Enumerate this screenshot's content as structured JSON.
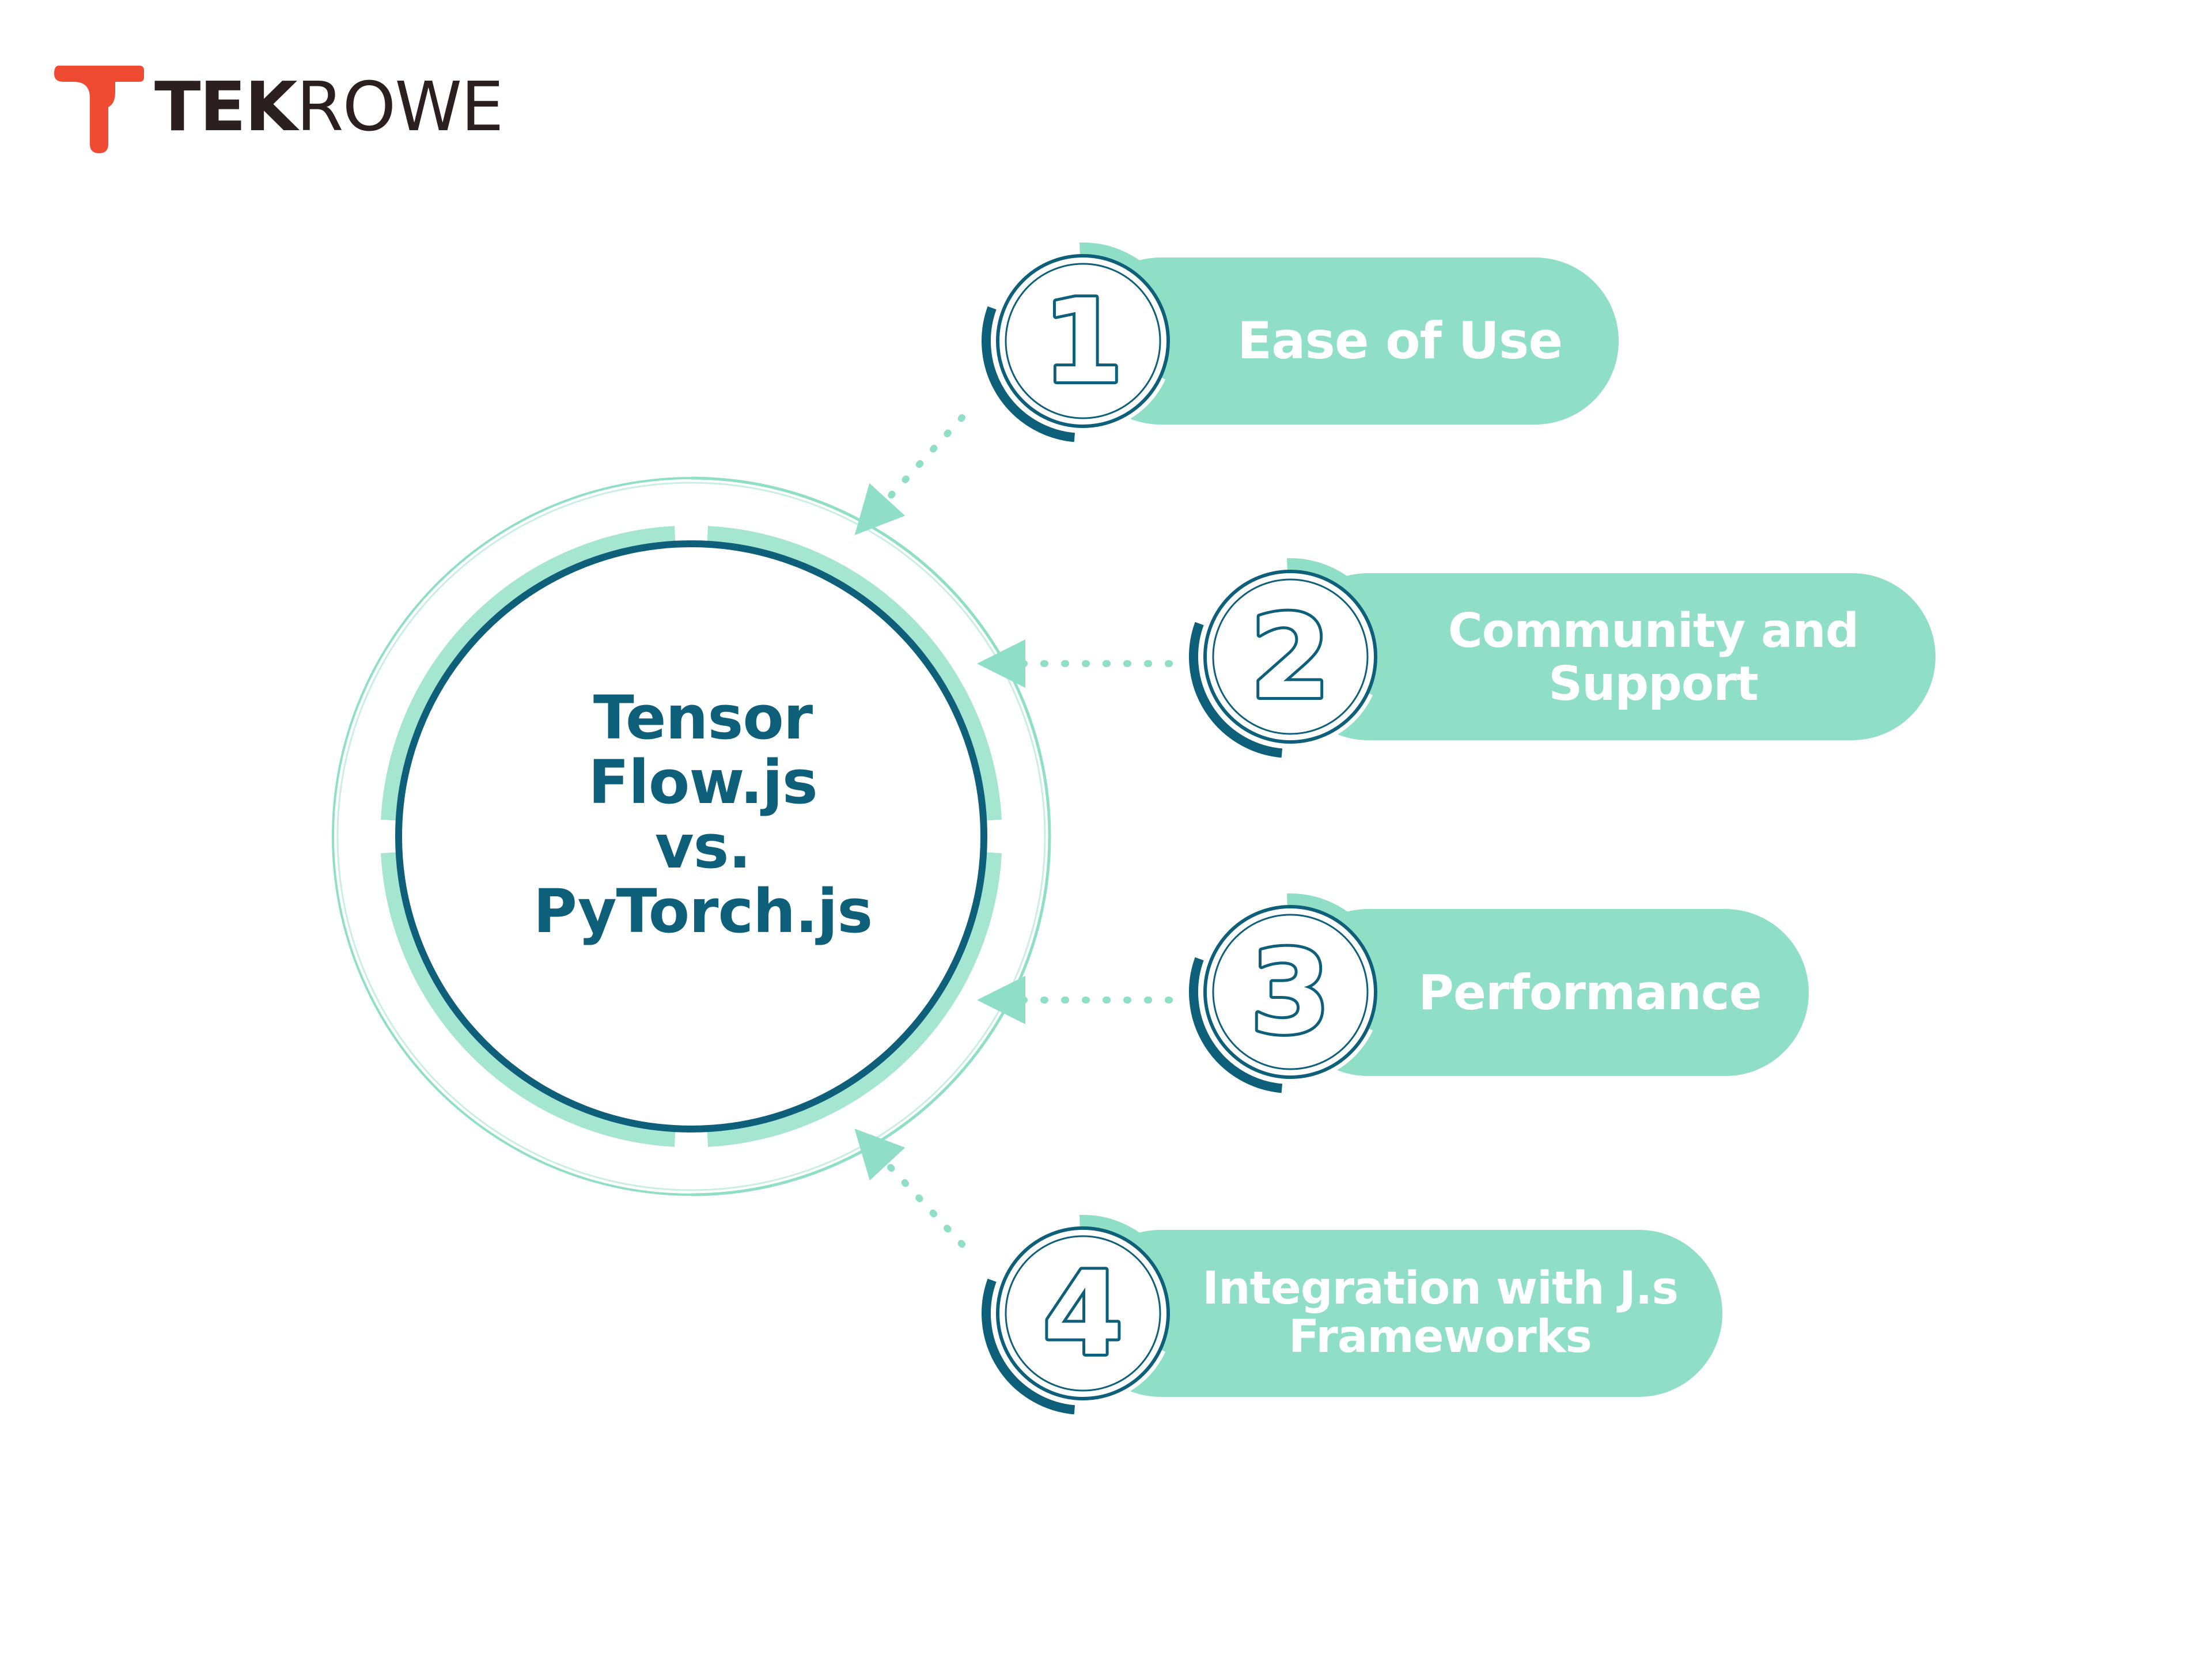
{
  "brand": {
    "name_bold": "TEK",
    "name_light": "ROWE",
    "logo_color": "#ef4b32"
  },
  "center": {
    "title_lines": [
      "Tensor",
      "Flow.js",
      "vs.",
      "PyTorch.js"
    ]
  },
  "items": [
    {
      "number": "1",
      "label_lines": [
        "Ease of Use"
      ]
    },
    {
      "number": "2",
      "label_lines": [
        "Community and",
        "Support"
      ]
    },
    {
      "number": "3",
      "label_lines": [
        "Performance"
      ]
    },
    {
      "number": "4",
      "label_lines": [
        "Integration with J.s",
        "Frameworks"
      ]
    }
  ],
  "colors": {
    "mint": "#8fdfc6",
    "mint_light": "#a5e6d1",
    "teal_dark": "#0d5f7a",
    "text_white": "#ffffff"
  }
}
